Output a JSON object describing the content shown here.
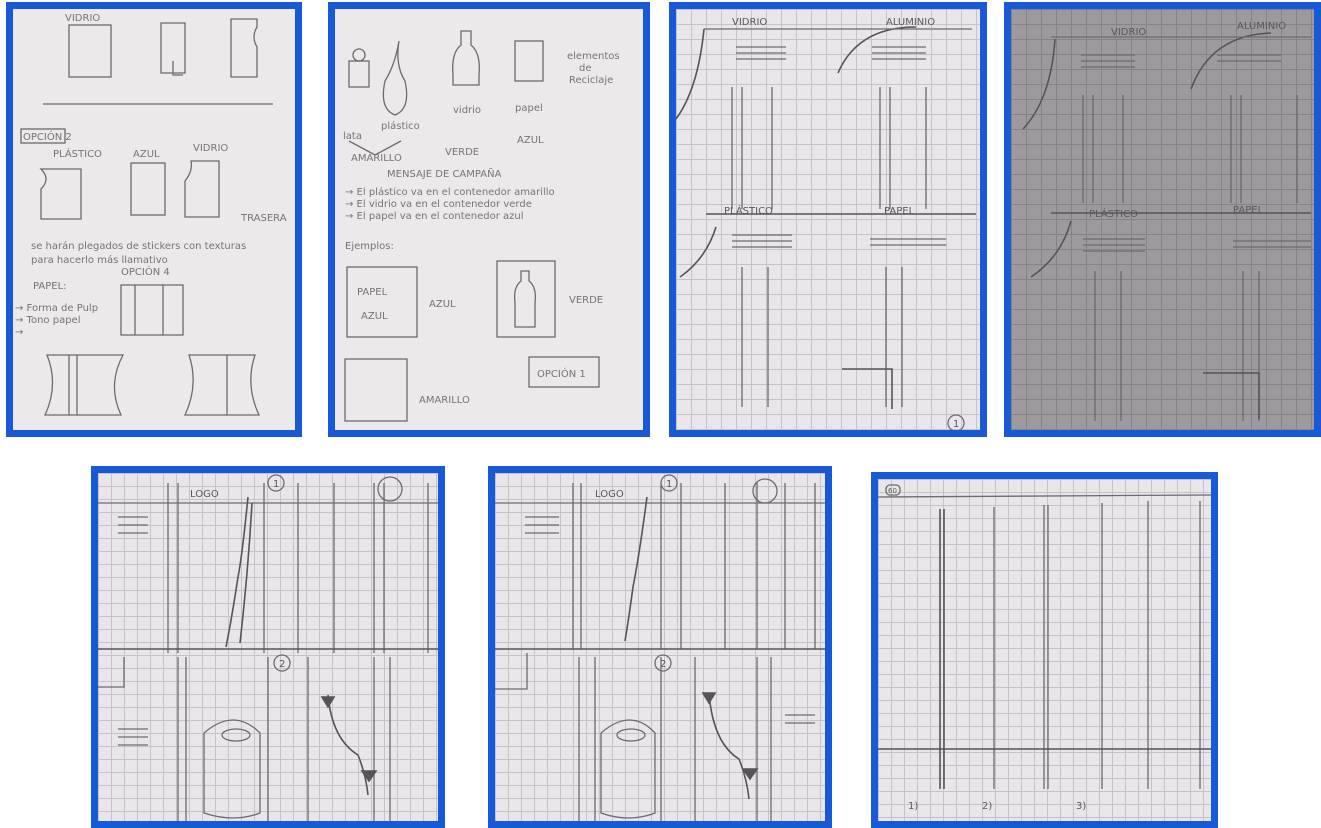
{
  "sketches": [
    {
      "id": "sketch-1",
      "labels": {
        "vidrio_top": "VIDRIO",
        "opcion2": "OPCIÓN 2",
        "plastico": "PLÁSTICO",
        "azul": "AZUL",
        "vidrio": "VIDRIO",
        "trasera": "TRASERA",
        "note1": "se harán plegados de stickers con texturas",
        "note2": "para hacerlo más llamativo",
        "opcion4": "OPCIÓN 4",
        "papel_header": "PAPEL:",
        "item1": "→ Forma de Pulp",
        "item2": "→ Tono papel",
        "item3": "→"
      }
    },
    {
      "id": "sketch-2",
      "labels": {
        "elementos1": "elementos",
        "elementos2": "de",
        "elementos3": "Reciclaje",
        "lata": "lata",
        "plastico": "plástico",
        "vidrio": "vidrio",
        "papel": "papel",
        "amarillo": "AMARILLO",
        "verde": "VERDE",
        "azul": "AZUL",
        "title": "MENSAJE DE CAMPAÑA",
        "line1": "→ El plástico va en el contenedor amarillo",
        "line2": "→ El vidrio va en el contenedor verde",
        "line3": "→ El papel va en el contenedor azul",
        "ejemplos": "Ejemplos:",
        "papel_box": "PAPEL",
        "papel_box2": "AZUL",
        "azul_arrow": "AZUL",
        "verde_arrow": "VERDE",
        "amarillo_arrow": "AMARILLO",
        "opcion1": "OPCIÓN 1"
      }
    },
    {
      "id": "sketch-3",
      "labels": {
        "vidrio": "VIDRIO",
        "aluminio": "ALUMINIO",
        "plastico": "PLÁSTICO",
        "papel": "PAPEL",
        "page": "1"
      }
    },
    {
      "id": "sketch-4",
      "labels": {
        "vidrio": "VIDRIO",
        "aluminio": "ALUMINIO",
        "plastico": "PLÁSTICO",
        "papel": "PAPEL"
      }
    },
    {
      "id": "sketch-5",
      "labels": {
        "label": "LOGO",
        "num1": "1",
        "num2": "2"
      }
    },
    {
      "id": "sketch-6",
      "labels": {
        "label": "LOGO",
        "num1": "1",
        "num2": "2"
      }
    },
    {
      "id": "sketch-7",
      "labels": {
        "corner": "60",
        "n1": "1)",
        "n2": "2)",
        "n3": "3)"
      }
    }
  ],
  "frame_color": "#1759d6"
}
